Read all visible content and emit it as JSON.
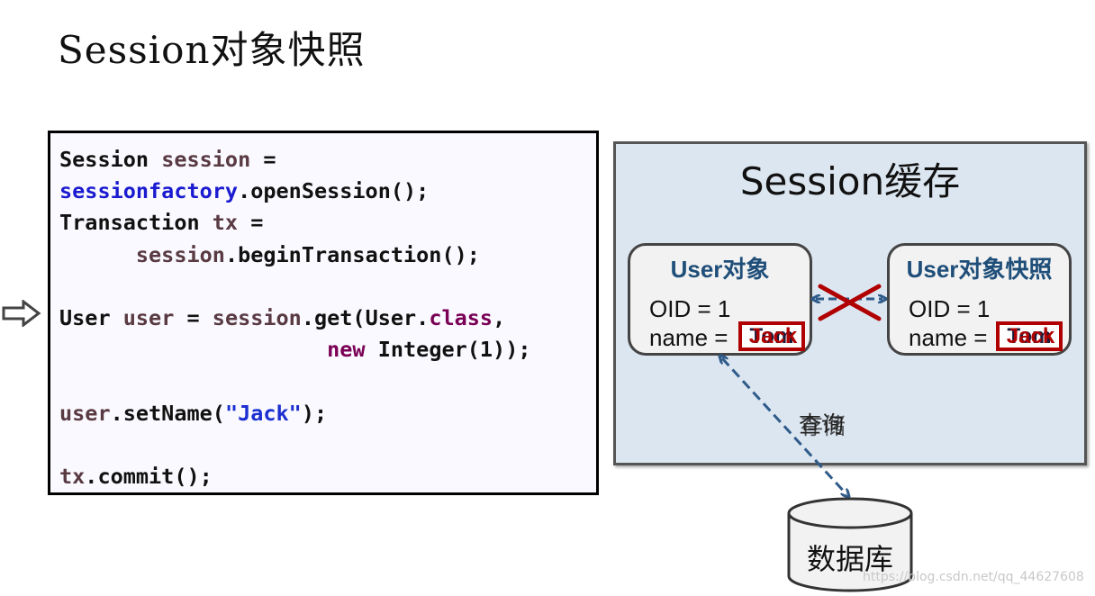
{
  "title": "Session对象快照",
  "code": {
    "line1": {
      "a": "Session ",
      "b": "session",
      "c": " ="
    },
    "line2": {
      "a": "sessionfactory",
      "b": ".openSession();"
    },
    "line3": {
      "a": "Transaction ",
      "b": "tx",
      "c": " ="
    },
    "line4": {
      "indent": "      ",
      "a": "session",
      "b": ".beginTransaction();"
    },
    "line5": {
      "a": "User ",
      "b": "user",
      "c": " = ",
      "d": "session",
      "e": ".get(User.",
      "f": "class",
      "g": ","
    },
    "line6": {
      "indent": "                     ",
      "a": "new",
      "b": " Integer(1));"
    },
    "line7": {
      "a": "user",
      "b": ".setName(",
      "c": "\"Jack\"",
      "d": ");"
    },
    "line8": {
      "a": "tx",
      "b": ".commit();"
    }
  },
  "cache": {
    "title": "Session缓存",
    "user_object": {
      "title": "User对象",
      "oid": "OID = 1",
      "name_prefix": "name = ",
      "old_value": "Tom",
      "new_value": "Jack"
    },
    "snapshot_object": {
      "title": "User对象快照",
      "oid": "OID = 1",
      "name_prefix": "name = ",
      "old_value": "Tom",
      "new_value": "Jack"
    }
  },
  "flow_labels": {
    "query": "查询",
    "save": "存储"
  },
  "database": {
    "label": "数据库"
  },
  "watermark": "https://blog.csdn.net/qq_44627608",
  "colors": {
    "accent_red": "#b00000",
    "arrow_blue": "#2f5b8a",
    "panel_bg": "#dce6f0",
    "title_blue": "#1f4e79"
  }
}
